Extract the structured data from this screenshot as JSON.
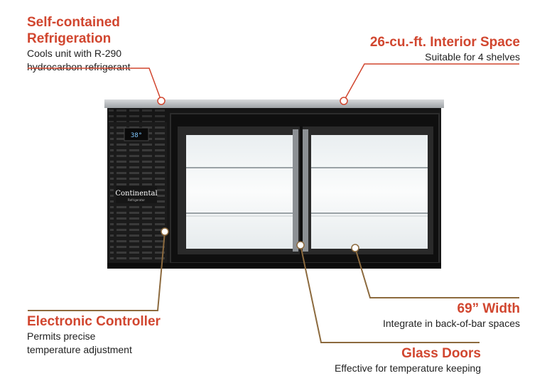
{
  "colors": {
    "accent_red": "#d1462f",
    "accent_gold": "#8c6a3e",
    "cabinet": "#161616",
    "counter": "#b9bcbf",
    "glass": "#f4f6f7",
    "logo_text": "#ffffff"
  },
  "callouts": {
    "refrigeration": {
      "title": "Self-contained\nRefrigeration",
      "desc": "Cools unit with R-290\nhydrocarbon refrigerant"
    },
    "interior": {
      "title": "26-cu.-ft. Interior Space",
      "desc": "Suitable for 4 shelves"
    },
    "controller": {
      "title": "Electronic Controller",
      "desc": "Permits precise\ntemperature adjustment"
    },
    "width": {
      "title": "69” Width",
      "desc": "Integrate in back-of-bar spaces"
    },
    "doors": {
      "title": "Glass Doors",
      "desc": "Effective for temperature keeping"
    }
  },
  "product": {
    "brand": "Continental",
    "brand_sub": "Refrigerator",
    "controller_readout": "38°"
  }
}
